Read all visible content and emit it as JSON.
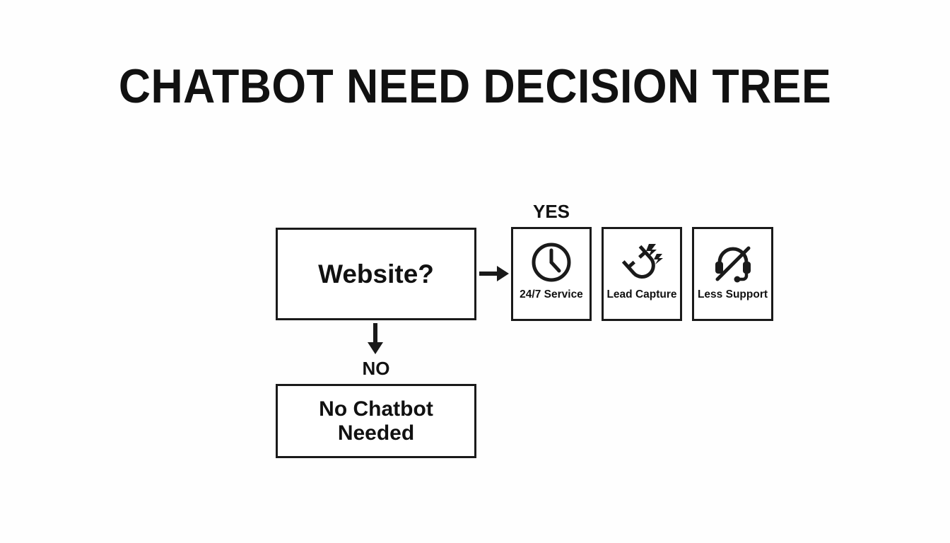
{
  "slide": {
    "title": "CHATBOT NEED DECISION TREE",
    "background_color": "#fefefe",
    "line_color": "#1a1a1a",
    "text_color": "#111111"
  },
  "decision": {
    "question_label": "Website?",
    "yes_branch_label": "YES",
    "no_branch_label": "NO",
    "no_outcome_label": "No Chatbot Needed"
  },
  "outcomes": [
    {
      "icon": "clock-icon",
      "label": "24/7 Service"
    },
    {
      "icon": "magnet-icon",
      "label": "Lead Capture"
    },
    {
      "icon": "headset-muted-icon",
      "label": "Less Support"
    }
  ],
  "connectors": {
    "right_arrow": "arrow-right-icon",
    "down_arrow": "arrow-down-icon"
  }
}
